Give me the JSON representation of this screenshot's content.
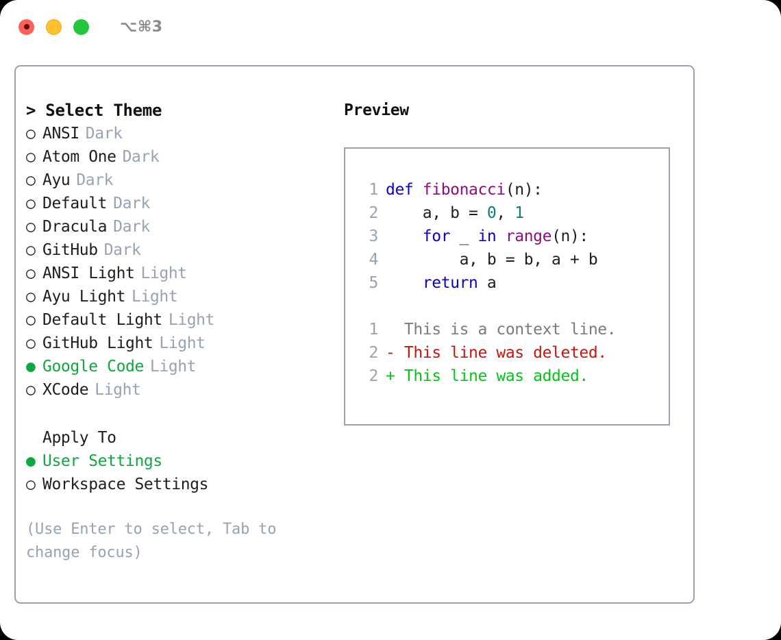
{
  "titlebar": {
    "shortcut": "⌥⌘3",
    "lights": [
      {
        "name": "close",
        "color": "#ff6159"
      },
      {
        "name": "minimize",
        "color": "#ffc12e"
      },
      {
        "name": "maximize",
        "color": "#24c73a"
      }
    ]
  },
  "theme_picker": {
    "prompt": "> Select Theme",
    "selected_marker": "●",
    "unselected_marker": "○",
    "options": [
      {
        "label": "ANSI",
        "tag": "Dark",
        "selected": false
      },
      {
        "label": "Atom One",
        "tag": "Dark",
        "selected": false
      },
      {
        "label": "Ayu",
        "tag": "Dark",
        "selected": false
      },
      {
        "label": "Default",
        "tag": "Dark",
        "selected": false
      },
      {
        "label": "Dracula",
        "tag": "Dark",
        "selected": false
      },
      {
        "label": "GitHub",
        "tag": "Dark",
        "selected": false
      },
      {
        "label": "ANSI Light",
        "tag": "Light",
        "selected": false
      },
      {
        "label": "Ayu Light",
        "tag": "Light",
        "selected": false
      },
      {
        "label": "Default Light",
        "tag": "Light",
        "selected": false
      },
      {
        "label": "GitHub Light",
        "tag": "Light",
        "selected": false
      },
      {
        "label": "Google Code",
        "tag": "Light",
        "selected": true
      },
      {
        "label": "XCode",
        "tag": "Light",
        "selected": false
      }
    ]
  },
  "apply_to": {
    "title": "Apply To",
    "options": [
      {
        "label": "User Settings",
        "selected": true
      },
      {
        "label": "Workspace Settings",
        "selected": false
      }
    ]
  },
  "hint": "(Use Enter to select, Tab to change focus)",
  "preview": {
    "title": "Preview",
    "code_lines": [
      {
        "no": "1",
        "tokens": [
          {
            "t": "def ",
            "c": "kw"
          },
          {
            "t": "fibonacci",
            "c": "fn"
          },
          {
            "t": "(n):",
            "c": "plain"
          }
        ]
      },
      {
        "no": "2",
        "tokens": [
          {
            "t": "    a, b = ",
            "c": "plain"
          },
          {
            "t": "0",
            "c": "num"
          },
          {
            "t": ", ",
            "c": "plain"
          },
          {
            "t": "1",
            "c": "num"
          }
        ]
      },
      {
        "no": "3",
        "tokens": [
          {
            "t": "    ",
            "c": "plain"
          },
          {
            "t": "for",
            "c": "kw"
          },
          {
            "t": " _ ",
            "c": "plain"
          },
          {
            "t": "in",
            "c": "kw"
          },
          {
            "t": " ",
            "c": "plain"
          },
          {
            "t": "range",
            "c": "fn"
          },
          {
            "t": "(n):",
            "c": "plain"
          }
        ]
      },
      {
        "no": "4",
        "tokens": [
          {
            "t": "        a, b = b, a + b",
            "c": "plain"
          }
        ]
      },
      {
        "no": "5",
        "tokens": [
          {
            "t": "    ",
            "c": "plain"
          },
          {
            "t": "return",
            "c": "kw"
          },
          {
            "t": " a",
            "c": "plain"
          }
        ]
      }
    ],
    "diff_lines": [
      {
        "no": "1",
        "sign": " ",
        "text": " This is a context line.",
        "kind": "ctx"
      },
      {
        "no": "2",
        "sign": "-",
        "text": " This line was deleted.",
        "kind": "del"
      },
      {
        "no": "2",
        "sign": "+",
        "text": " This line was added.",
        "kind": "add"
      }
    ]
  },
  "colors": {
    "accent_green": "#10a83e",
    "muted": "#98a2b1",
    "border": "#97a1b0",
    "keyword": "#0b00c4",
    "function": "#8b0d7f",
    "number": "#0b7d72",
    "diff_delete": "#c6150d",
    "diff_add": "#06c41a",
    "diff_context": "#7b7b7b"
  }
}
